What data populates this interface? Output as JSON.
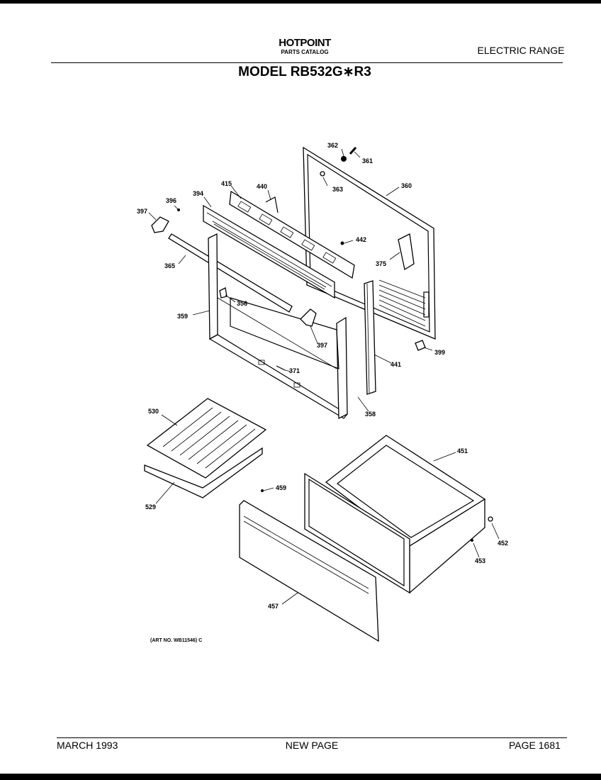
{
  "header": {
    "brand": "HOTPOINT",
    "subtitle": "PARTS CATALOG",
    "product": "ELECTRIC RANGE",
    "model": "MODEL RB532G∗R3"
  },
  "parts": [
    {
      "id": "p362",
      "number": "362"
    },
    {
      "id": "p361",
      "number": "361"
    },
    {
      "id": "p415",
      "number": "415"
    },
    {
      "id": "p440",
      "number": "440"
    },
    {
      "id": "p363",
      "number": "363"
    },
    {
      "id": "p360",
      "number": "360"
    },
    {
      "id": "p396",
      "number": "396"
    },
    {
      "id": "p394",
      "number": "394"
    },
    {
      "id": "p397a",
      "number": "397"
    },
    {
      "id": "p442",
      "number": "442"
    },
    {
      "id": "p375",
      "number": "375"
    },
    {
      "id": "p365",
      "number": "365"
    },
    {
      "id": "p356a",
      "number": "356"
    },
    {
      "id": "p359",
      "number": "359"
    },
    {
      "id": "p397b",
      "number": "397"
    },
    {
      "id": "p399",
      "number": "399"
    },
    {
      "id": "p441",
      "number": "441"
    },
    {
      "id": "p371",
      "number": "371"
    },
    {
      "id": "p356b",
      "number": "358"
    },
    {
      "id": "p530",
      "number": "530"
    },
    {
      "id": "p451",
      "number": "451"
    },
    {
      "id": "p459",
      "number": "459"
    },
    {
      "id": "p529",
      "number": "529"
    },
    {
      "id": "p452",
      "number": "452"
    },
    {
      "id": "p453",
      "number": "453"
    },
    {
      "id": "p457",
      "number": "457"
    }
  ],
  "art_number": "(ART NO. WB11546) C",
  "footer": {
    "date": "MARCH 1993",
    "note": "NEW PAGE",
    "page": "PAGE 1681"
  }
}
